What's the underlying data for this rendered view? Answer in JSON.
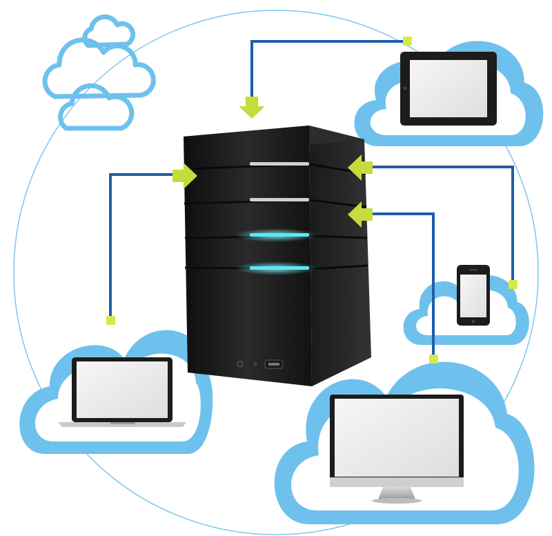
{
  "diagram": {
    "nodes": [
      {
        "id": "server",
        "kind": "server-tower"
      },
      {
        "id": "tablet",
        "kind": "tablet",
        "cloud": true
      },
      {
        "id": "smartphone",
        "kind": "smartphone",
        "cloud": true
      },
      {
        "id": "laptop",
        "kind": "laptop",
        "cloud": true
      },
      {
        "id": "desktop-monitor",
        "kind": "desktop-monitor",
        "cloud": true
      }
    ],
    "edges": [
      {
        "from": "tablet",
        "to": "server",
        "arrow": "down"
      },
      {
        "from": "laptop",
        "to": "server",
        "arrow": "right"
      },
      {
        "from": "smartphone",
        "to": "server",
        "arrow": "left"
      },
      {
        "from": "desktop-monitor",
        "to": "server",
        "arrow": "left"
      }
    ],
    "decorations": [
      "cloud-cluster-icon",
      "orbit-ring"
    ]
  },
  "colors": {
    "cloud_fill": "#6ec1ec",
    "cloud_inner": "#ffffff",
    "line": "#1f5ea8",
    "arrow": "#c5dc3c",
    "connector_dot": "#d7e84a",
    "ring": "#7cc6ee",
    "server_dark": "#141414",
    "server_light": "#3a3a3a",
    "led_cyan": "#5de8f2",
    "led_white": "#d0d0d0",
    "screen": "#ececec",
    "device_frame": "#1c1c1c"
  }
}
